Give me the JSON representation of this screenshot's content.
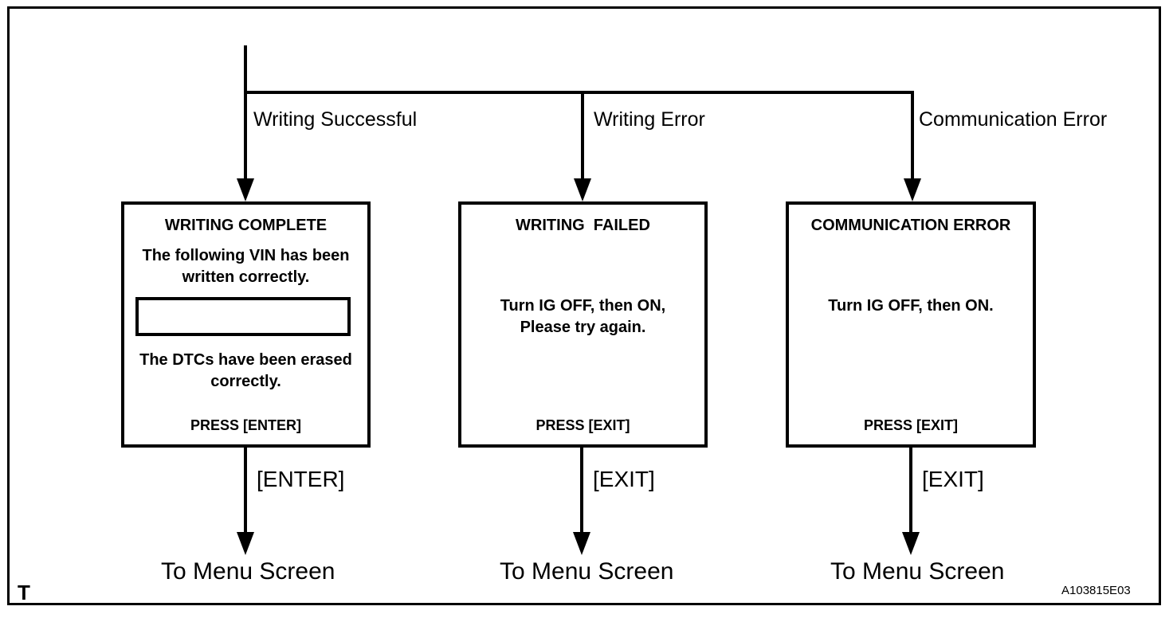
{
  "figure": {
    "corner_label": "T",
    "reference_code": "A103815E03",
    "colors": {
      "line": "#000000",
      "background": "#ffffff"
    }
  },
  "branches": [
    {
      "condition_label": "Writing Successful",
      "screen": {
        "title": "WRITING COMPLETE",
        "message_top": "The following VIN has been written correctly.",
        "vin_field_value": "",
        "message_bottom": "The DTCs have been erased correctly.",
        "press_instruction": "PRESS [ENTER]"
      },
      "key_label": "[ENTER]",
      "destination_label": "To Menu Screen"
    },
    {
      "condition_label": "Writing Error",
      "screen": {
        "title": "WRITING  FAILED",
        "message": "Turn IG OFF, then ON,\nPlease try again.",
        "press_instruction": "PRESS [EXIT]"
      },
      "key_label": "[EXIT]",
      "destination_label": "To Menu Screen"
    },
    {
      "condition_label": "Communication Error",
      "screen": {
        "title": "COMMUNICATION ERROR",
        "message": "Turn IG OFF, then ON.",
        "press_instruction": "PRESS [EXIT]"
      },
      "key_label": "[EXIT]",
      "destination_label": "To Menu Screen"
    }
  ]
}
